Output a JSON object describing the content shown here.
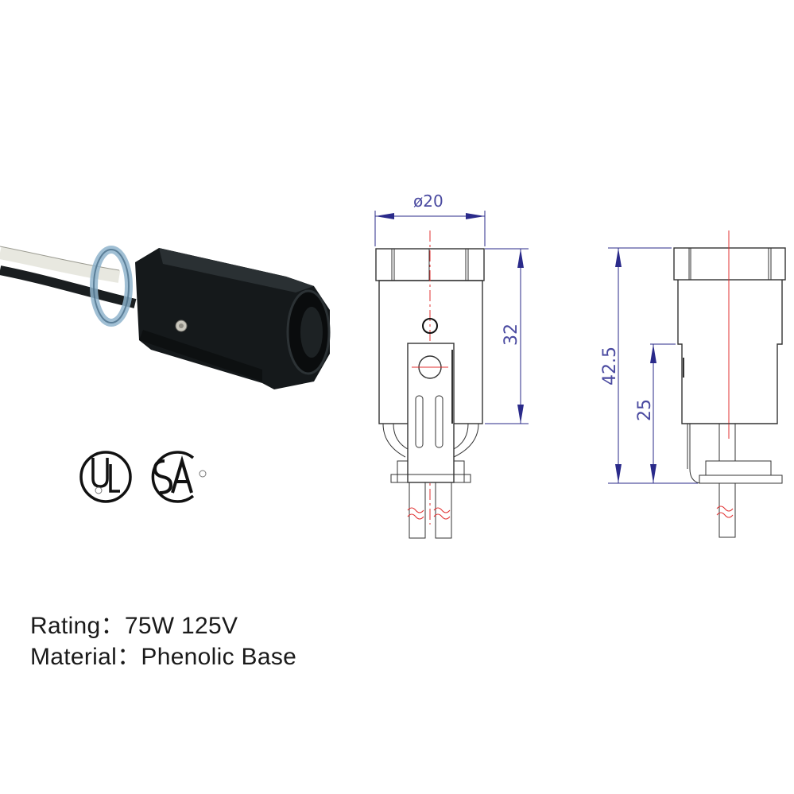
{
  "product": {
    "photo_alt": "Black phenolic candelabra lamp socket with white and black lead wires and clear strain-relief ring",
    "certifications": [
      {
        "name": "UL",
        "label": "UL",
        "registered": true
      },
      {
        "name": "CSA",
        "label": "SA",
        "registered": true
      }
    ]
  },
  "drawing": {
    "front_view": {
      "diameter_label": "ø20",
      "height_label": "32"
    },
    "side_view": {
      "overall_height_label": "42.5",
      "lower_height_label": "25"
    },
    "colors": {
      "dimension": "#2a2a8a",
      "centerline": "#e03030",
      "outline": "#333333"
    }
  },
  "specs": {
    "rating": {
      "label": "Rating：",
      "value": "75W 125V"
    },
    "material": {
      "label": "Material：",
      "value": "Phenolic Base"
    }
  }
}
